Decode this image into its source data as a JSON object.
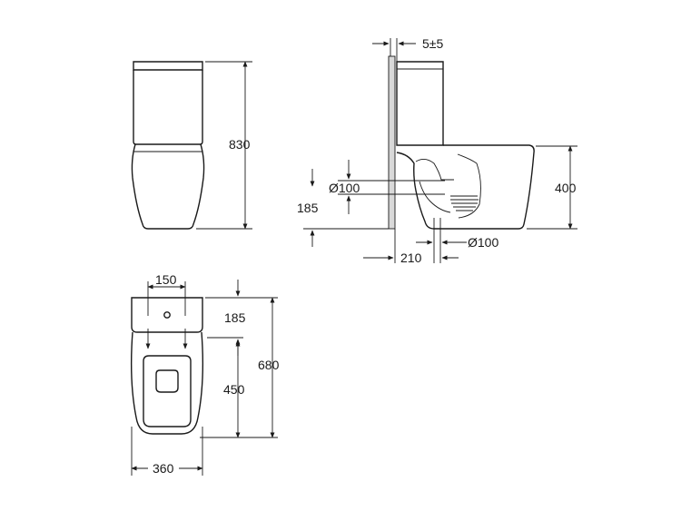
{
  "dimensions": {
    "front_height": "830",
    "side_gap": "5±5",
    "side_inlet_diameter": "Ø100",
    "side_inlet_height": "185",
    "side_seat_height": "400",
    "side_outlet_distance": "210",
    "side_outlet_diameter": "Ø100",
    "top_inlet_spacing": "150",
    "top_inlet_depth": "185",
    "top_total_length": "680",
    "top_bowl_length": "450",
    "top_width": "360"
  }
}
